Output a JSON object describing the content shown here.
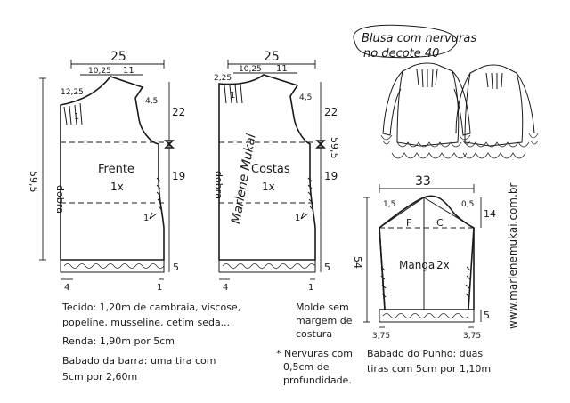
{
  "title": {
    "line1": "Blusa com nervuras",
    "line2": "no decote 40"
  },
  "front": {
    "name": "Frente",
    "qty": "1x",
    "fold": "dobra",
    "width": "25",
    "neck_w": "10,25",
    "shoulder": "11",
    "neck_drop": "12,25",
    "shoulder_drop": "4,5",
    "armhole": "22",
    "side": "19",
    "length": "59,5",
    "pleat_mark": "1",
    "hem_side": "1",
    "hem": "5",
    "hem_left": "4",
    "hem_right": "1"
  },
  "back": {
    "name": "Costas",
    "qty": "1x",
    "fold": "dobra",
    "width": "25",
    "neck_w": "10,25",
    "shoulder": "11",
    "neck_drop": "2,25",
    "shoulder_drop": "4,5",
    "armhole": "22",
    "side": "19",
    "length": "59,5",
    "pleat_mark": "1",
    "hem_side": "1",
    "hem": "5",
    "hem_left": "4",
    "hem_right": "1"
  },
  "sleeve": {
    "name": "Manga",
    "qty": "2x",
    "front_mark": "F",
    "back_mark": "C",
    "width": "33",
    "cap_left": "1,5",
    "cap_right": "0,5",
    "cap_height": "14",
    "length": "54",
    "cuff": "5",
    "left_in": "3,75",
    "right_in": "3,75"
  },
  "signature": "Marlene Mukai",
  "website": "www.marlenemukai.com.br",
  "notes": {
    "fabric": "Tecido: 1,20m de cambraia, viscose, popeline, musseline, cetim seda...",
    "fabric_l1": "Tecido: 1,20m de cambraia, viscose,",
    "fabric_l2": "popeline, musseline, cetim seda...",
    "lace": "Renda: 1,90m por 5cm",
    "hem_ruffle_l1": "Babado da barra: uma tira com",
    "hem_ruffle_l2": "5cm por 2,60m",
    "mold_l1": "Molde sem",
    "mold_l2": "margem de",
    "mold_l3": "costura",
    "pleats_l1": "* Nervuras com",
    "pleats_l2": "0,5cm de",
    "pleats_l3": "profundidade.",
    "cuff_l1": "Babado do Punho: duas",
    "cuff_l2": "tiras com 5cm por 1,10m"
  }
}
